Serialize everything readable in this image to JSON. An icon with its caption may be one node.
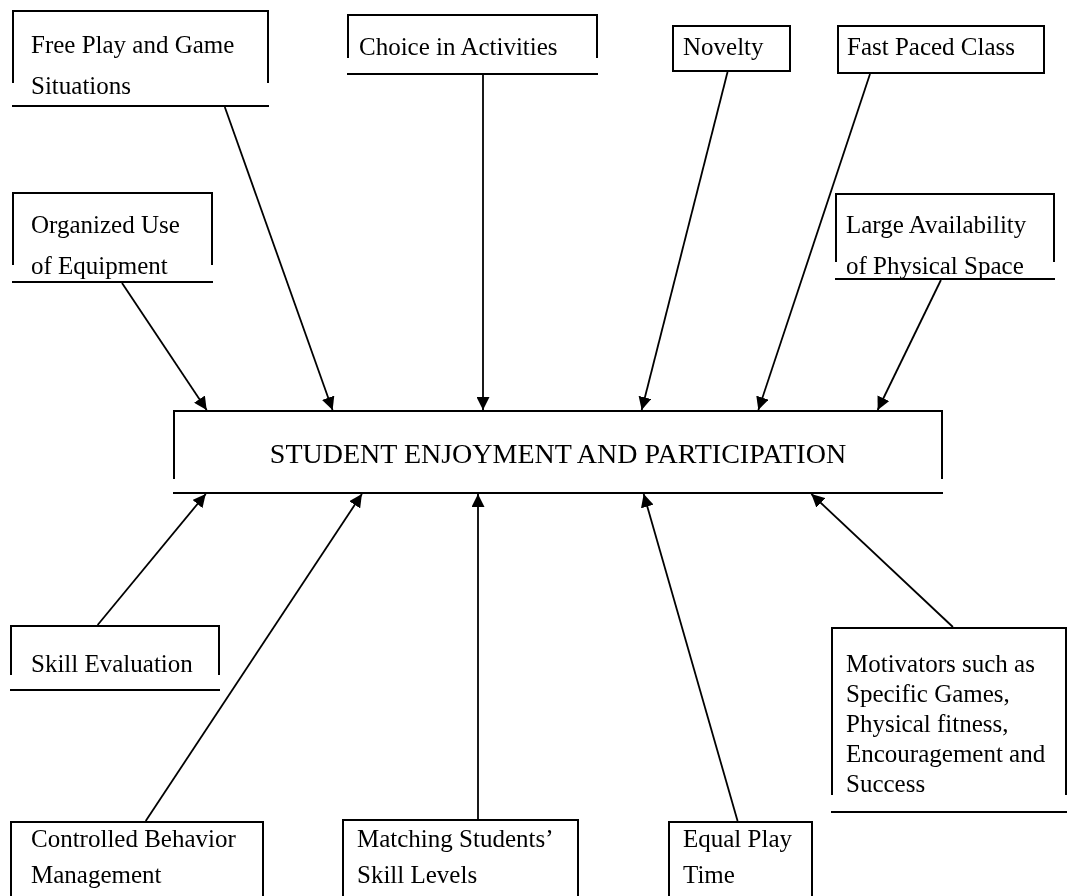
{
  "diagram": {
    "nodes": [
      {
        "text": [
          "Free Play and Game Situations"
        ]
      },
      {
        "text": [
          "Choice in Activities"
        ]
      },
      {
        "text": [
          "Novelty"
        ]
      },
      {
        "text": [
          "Fast Paced Class"
        ]
      },
      {
        "text": [
          "Organized Use of Equipment"
        ]
      },
      {
        "text": [
          "Large Availability of Physical Space"
        ]
      },
      {
        "text": [
          "STUDENT ENJOYMENT AND PARTICIPATION"
        ]
      },
      {
        "text": [
          "Skill Evaluation"
        ]
      },
      {
        "text": [
          "Motivators such as Specific Games, Physical fitness, Encouragement and Success"
        ]
      },
      {
        "text": [
          "Controlled Behavior Management"
        ]
      },
      {
        "text": [
          "Matching Students’ Skill Levels"
        ]
      },
      {
        "text": [
          "Equal Play Time"
        ]
      }
    ],
    "edges": [
      {
        "from": 0,
        "to": 6,
        "arrow": "to"
      },
      {
        "from": 1,
        "to": 6,
        "arrow": "to"
      },
      {
        "from": 2,
        "to": 6,
        "arrow": "to"
      },
      {
        "from": 3,
        "to": 6,
        "arrow": "to"
      },
      {
        "from": 4,
        "to": 6,
        "arrow": "to"
      },
      {
        "from": 5,
        "to": 6,
        "arrow": "to"
      },
      {
        "from": 7,
        "to": 6,
        "arrow": "to"
      },
      {
        "from": 8,
        "to": 6,
        "arrow": "to"
      },
      {
        "from": 9,
        "to": 6,
        "arrow": "to"
      },
      {
        "from": 10,
        "to": 6,
        "arrow": "to"
      },
      {
        "from": 11,
        "to": 6,
        "arrow": "to"
      }
    ]
  }
}
